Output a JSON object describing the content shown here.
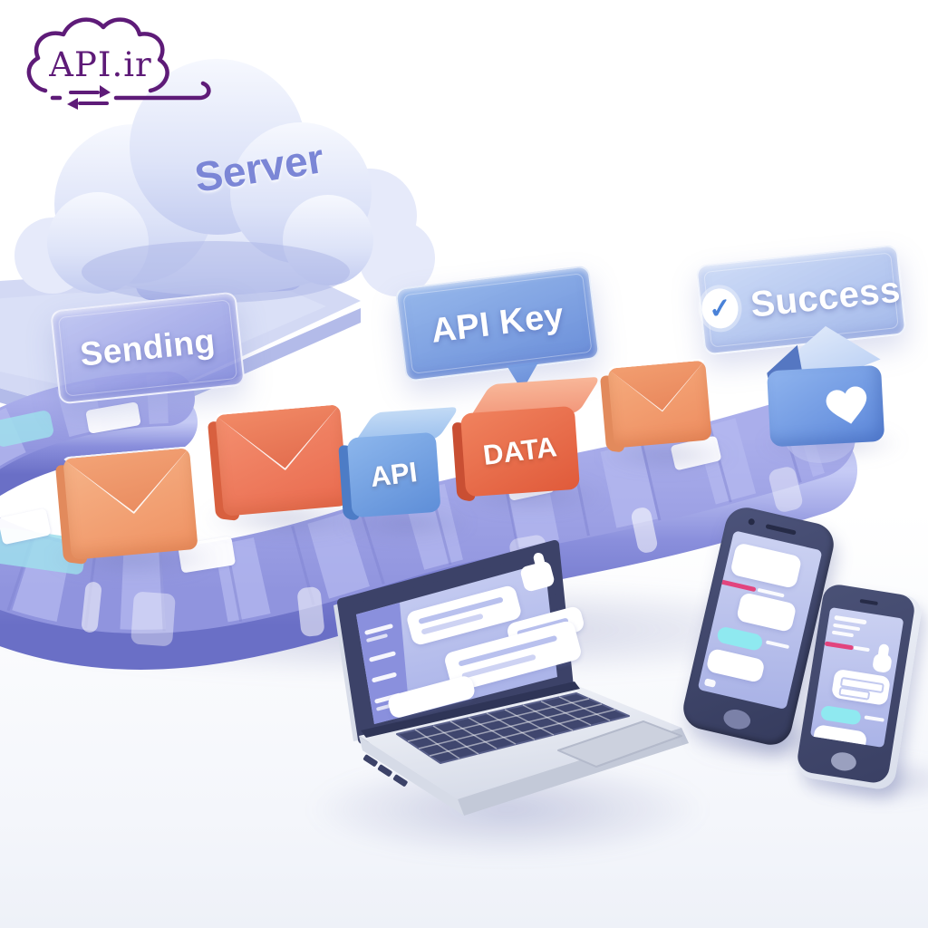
{
  "brand": {
    "logo_text": "API.ir"
  },
  "server": {
    "label": "Server"
  },
  "signs": {
    "sending": "Sending",
    "api_key": "API Key",
    "success": "Success"
  },
  "conveyor": {
    "api_block_label": "API",
    "data_block_label": "DATA",
    "envelope_count": 3
  },
  "icons": {
    "success_check_glyph": "✓",
    "logo_cloud": "cloud-outline-icon",
    "logo_arrows": "transfer-arrows-icon",
    "delivered_heart": "heart-icon",
    "laptop_thumbs_up": "thumbs-up-icon"
  },
  "colors": {
    "logo_purple": "#5e1b78",
    "belt_lavender": "#9296e0",
    "envelope_orange": "#f09a6c",
    "envelope_red_orange": "#ee7a5d",
    "api_block_blue": "#6f9fdd",
    "data_block_red": "#e8633f",
    "delivered_box_blue": "#6f9ae4",
    "success_check_blue": "#4a82d8",
    "cloud_lavender": "#d6dcf5",
    "screen_lavender": "#b7bfec",
    "accent_pink": "#e2447e",
    "accent_cyan": "#8fe9f0"
  }
}
